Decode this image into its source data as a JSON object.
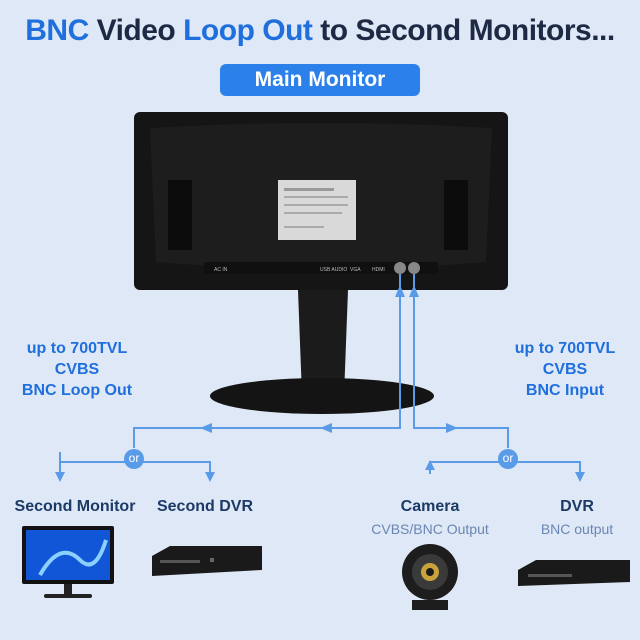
{
  "header": {
    "title_part1": "BNC",
    "title_part2": "Video",
    "title_part3": "Loop Out",
    "title_part4": "to Second Monitors...",
    "badge": "Main Monitor"
  },
  "left_label": {
    "line1": "up to 700TVL",
    "line2": "CVBS",
    "line3": "BNC Loop Out"
  },
  "right_label": {
    "line1": "up to 700TVL",
    "line2": "CVBS",
    "line3": "BNC Input"
  },
  "connector_or": "or",
  "devices": {
    "second_monitor": {
      "title": "Second Monitor"
    },
    "second_dvr": {
      "title": "Second DVR"
    },
    "camera": {
      "title": "Camera",
      "subtitle": "CVBS/BNC Output"
    },
    "dvr": {
      "title": "DVR",
      "subtitle": "BNC output"
    }
  },
  "monitor_ports": [
    "AC IN",
    "USB AUDIO",
    "VGA",
    "HDMI"
  ],
  "colors": {
    "accent": "#1f6fdc",
    "badge": "#2c80ea",
    "line": "#5a9be8",
    "background": "#dfe8f6"
  }
}
